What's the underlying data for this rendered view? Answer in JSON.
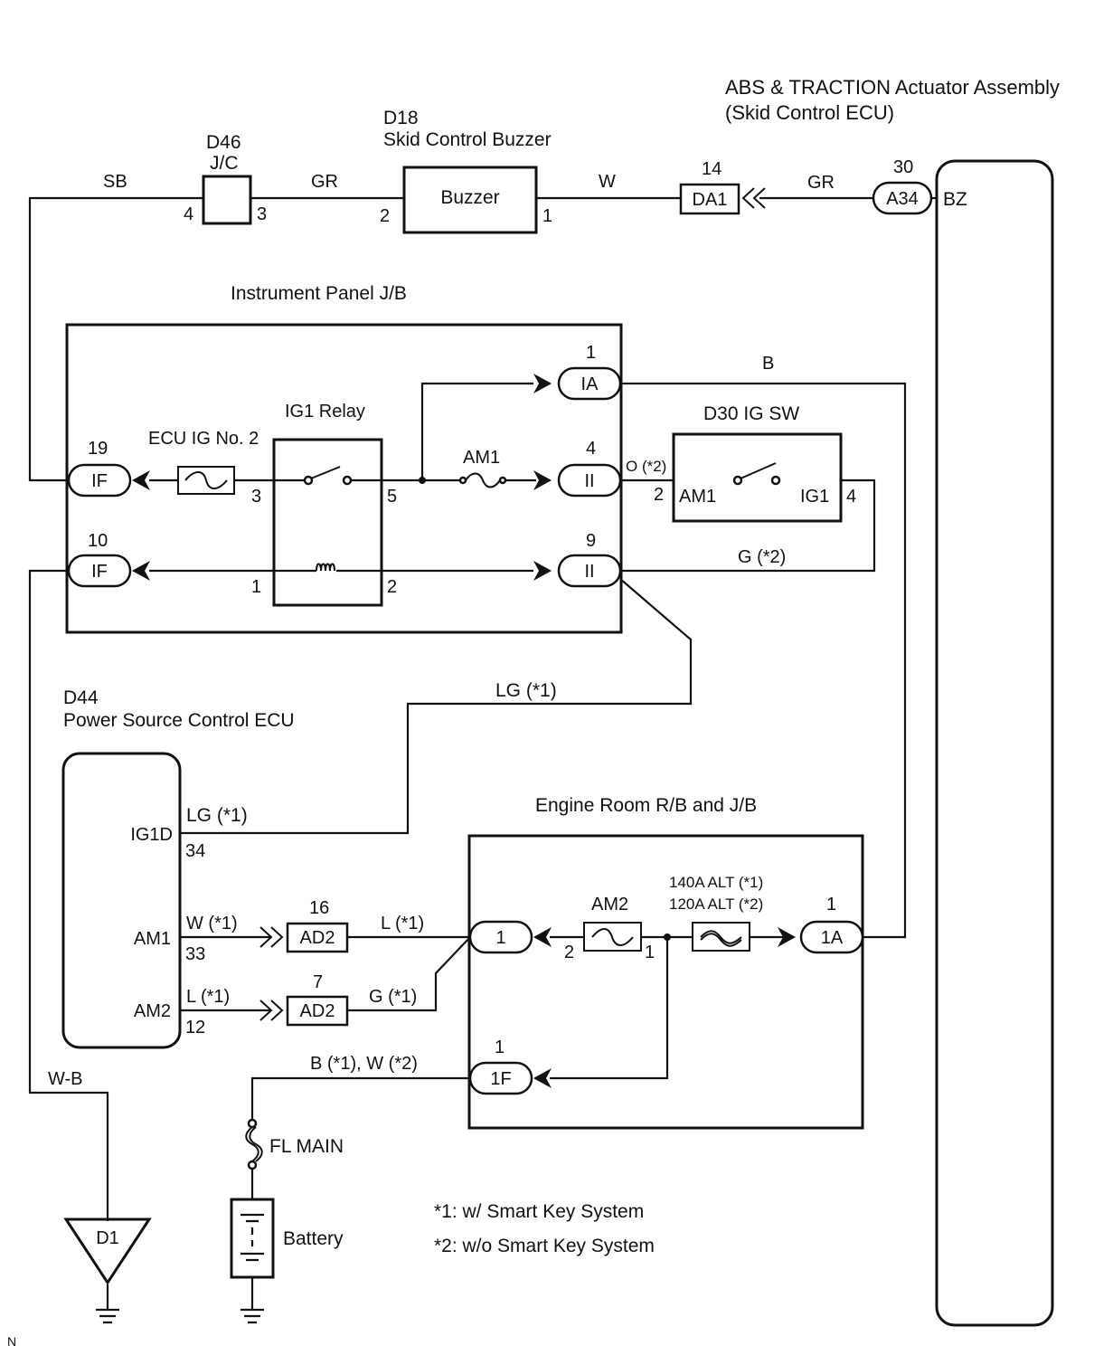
{
  "components": {
    "abs_title": "ABS & TRACTION Actuator Assembly",
    "abs_sub": "(Skid Control ECU)",
    "abs_pin": "30",
    "abs_conn": "A34",
    "abs_term": "BZ",
    "jc_code": "D46",
    "jc_name": "J/C",
    "jc_pin_left": "4",
    "jc_pin_right": "3",
    "buzzer_code": "D18",
    "buzzer_title": "Skid Control Buzzer",
    "buzzer_label": "Buzzer",
    "buzzer_pin_left": "2",
    "buzzer_pin_right": "1",
    "da1_pin": "14",
    "da1_conn": "DA1",
    "ipjb_title": "Instrument Panel J/B",
    "ig1relay_title": "IG1 Relay",
    "ecu_ig_fuse": "ECU IG No. 2",
    "am1_fuse": "AM1",
    "if_top_pin": "19",
    "if_top_conn": "IF",
    "if_bot_pin": "10",
    "if_bot_conn": "IF",
    "relay_pin3": "3",
    "relay_pin5": "5",
    "relay_pin1": "1",
    "relay_pin2": "2",
    "ia_pin": "1",
    "ia_conn": "IA",
    "ii_top_pin": "4",
    "ii_top_conn": "II",
    "ii_bot_pin": "9",
    "ii_bot_conn": "II",
    "igsw_title": "D30 IG SW",
    "igsw_am1": "AM1",
    "igsw_ig1": "IG1",
    "igsw_pin2": "2",
    "igsw_pin4": "4",
    "pscecu_code": "D44",
    "pscecu_title": "Power Source Control ECU",
    "pscecu_ig1d": "IG1D",
    "pscecu_am1": "AM1",
    "pscecu_am2": "AM2",
    "pscecu_pin34": "34",
    "pscecu_pin33": "33",
    "pscecu_pin12": "12",
    "ad2_top_pin": "16",
    "ad2_top_conn": "AD2",
    "ad2_bot_pin": "7",
    "ad2_bot_conn": "AD2",
    "errb_title": "Engine Room R/B and J/B",
    "am2_fuse": "AM2",
    "alt_fuse_1": "140A ALT (*1)",
    "alt_fuse_2": "120A ALT (*2)",
    "errb_conn1": "1",
    "errb_pin2": "2",
    "errb_pin1": "1",
    "conn_1a_pin": "1",
    "conn_1a": "1A",
    "conn_1f_pin": "1",
    "conn_1f": "1F",
    "fl_main": "FL MAIN",
    "battery": "Battery",
    "ground_d1": "D1",
    "corner_mark": "N"
  },
  "wires": {
    "sb": "SB",
    "gr_jc_buzzer": "GR",
    "w_buzzer_da1": "W",
    "gr_da1_abs": "GR",
    "b_ia": "B",
    "o2": "O (*2)",
    "g2": "G (*2)",
    "lg1_top": "LG (*1)",
    "lg1_ecu": "LG (*1)",
    "w1": "W (*1)",
    "l1_ecu": "L (*1)",
    "l1_ad2": "L (*1)",
    "g1": "G (*1)",
    "b1w2": "B (*1), W (*2)",
    "wb": "W-B"
  },
  "notes": {
    "note1": "*1: w/ Smart Key System",
    "note2": "*2: w/o Smart Key System"
  }
}
